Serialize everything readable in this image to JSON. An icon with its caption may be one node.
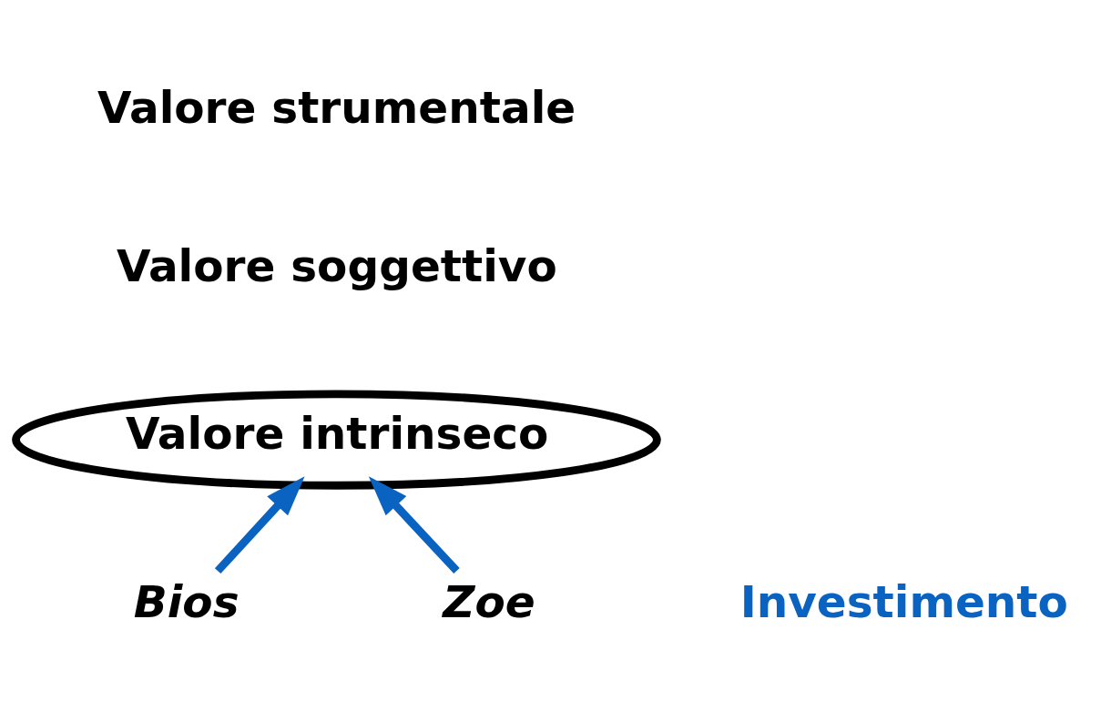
{
  "diagram": {
    "nodes": [
      {
        "text": [
          "Valore intrinseco"
        ]
      },
      {
        "text": [
          "Bios"
        ]
      },
      {
        "text": [
          "Zoe"
        ]
      }
    ],
    "edges": [
      {
        "from": 1,
        "to": 0,
        "arrow": "to"
      },
      {
        "from": 2,
        "to": 0,
        "arrow": "to"
      }
    ],
    "labels": [
      "Valore strumentale",
      "Valore soggettivo",
      "Investimento"
    ]
  }
}
